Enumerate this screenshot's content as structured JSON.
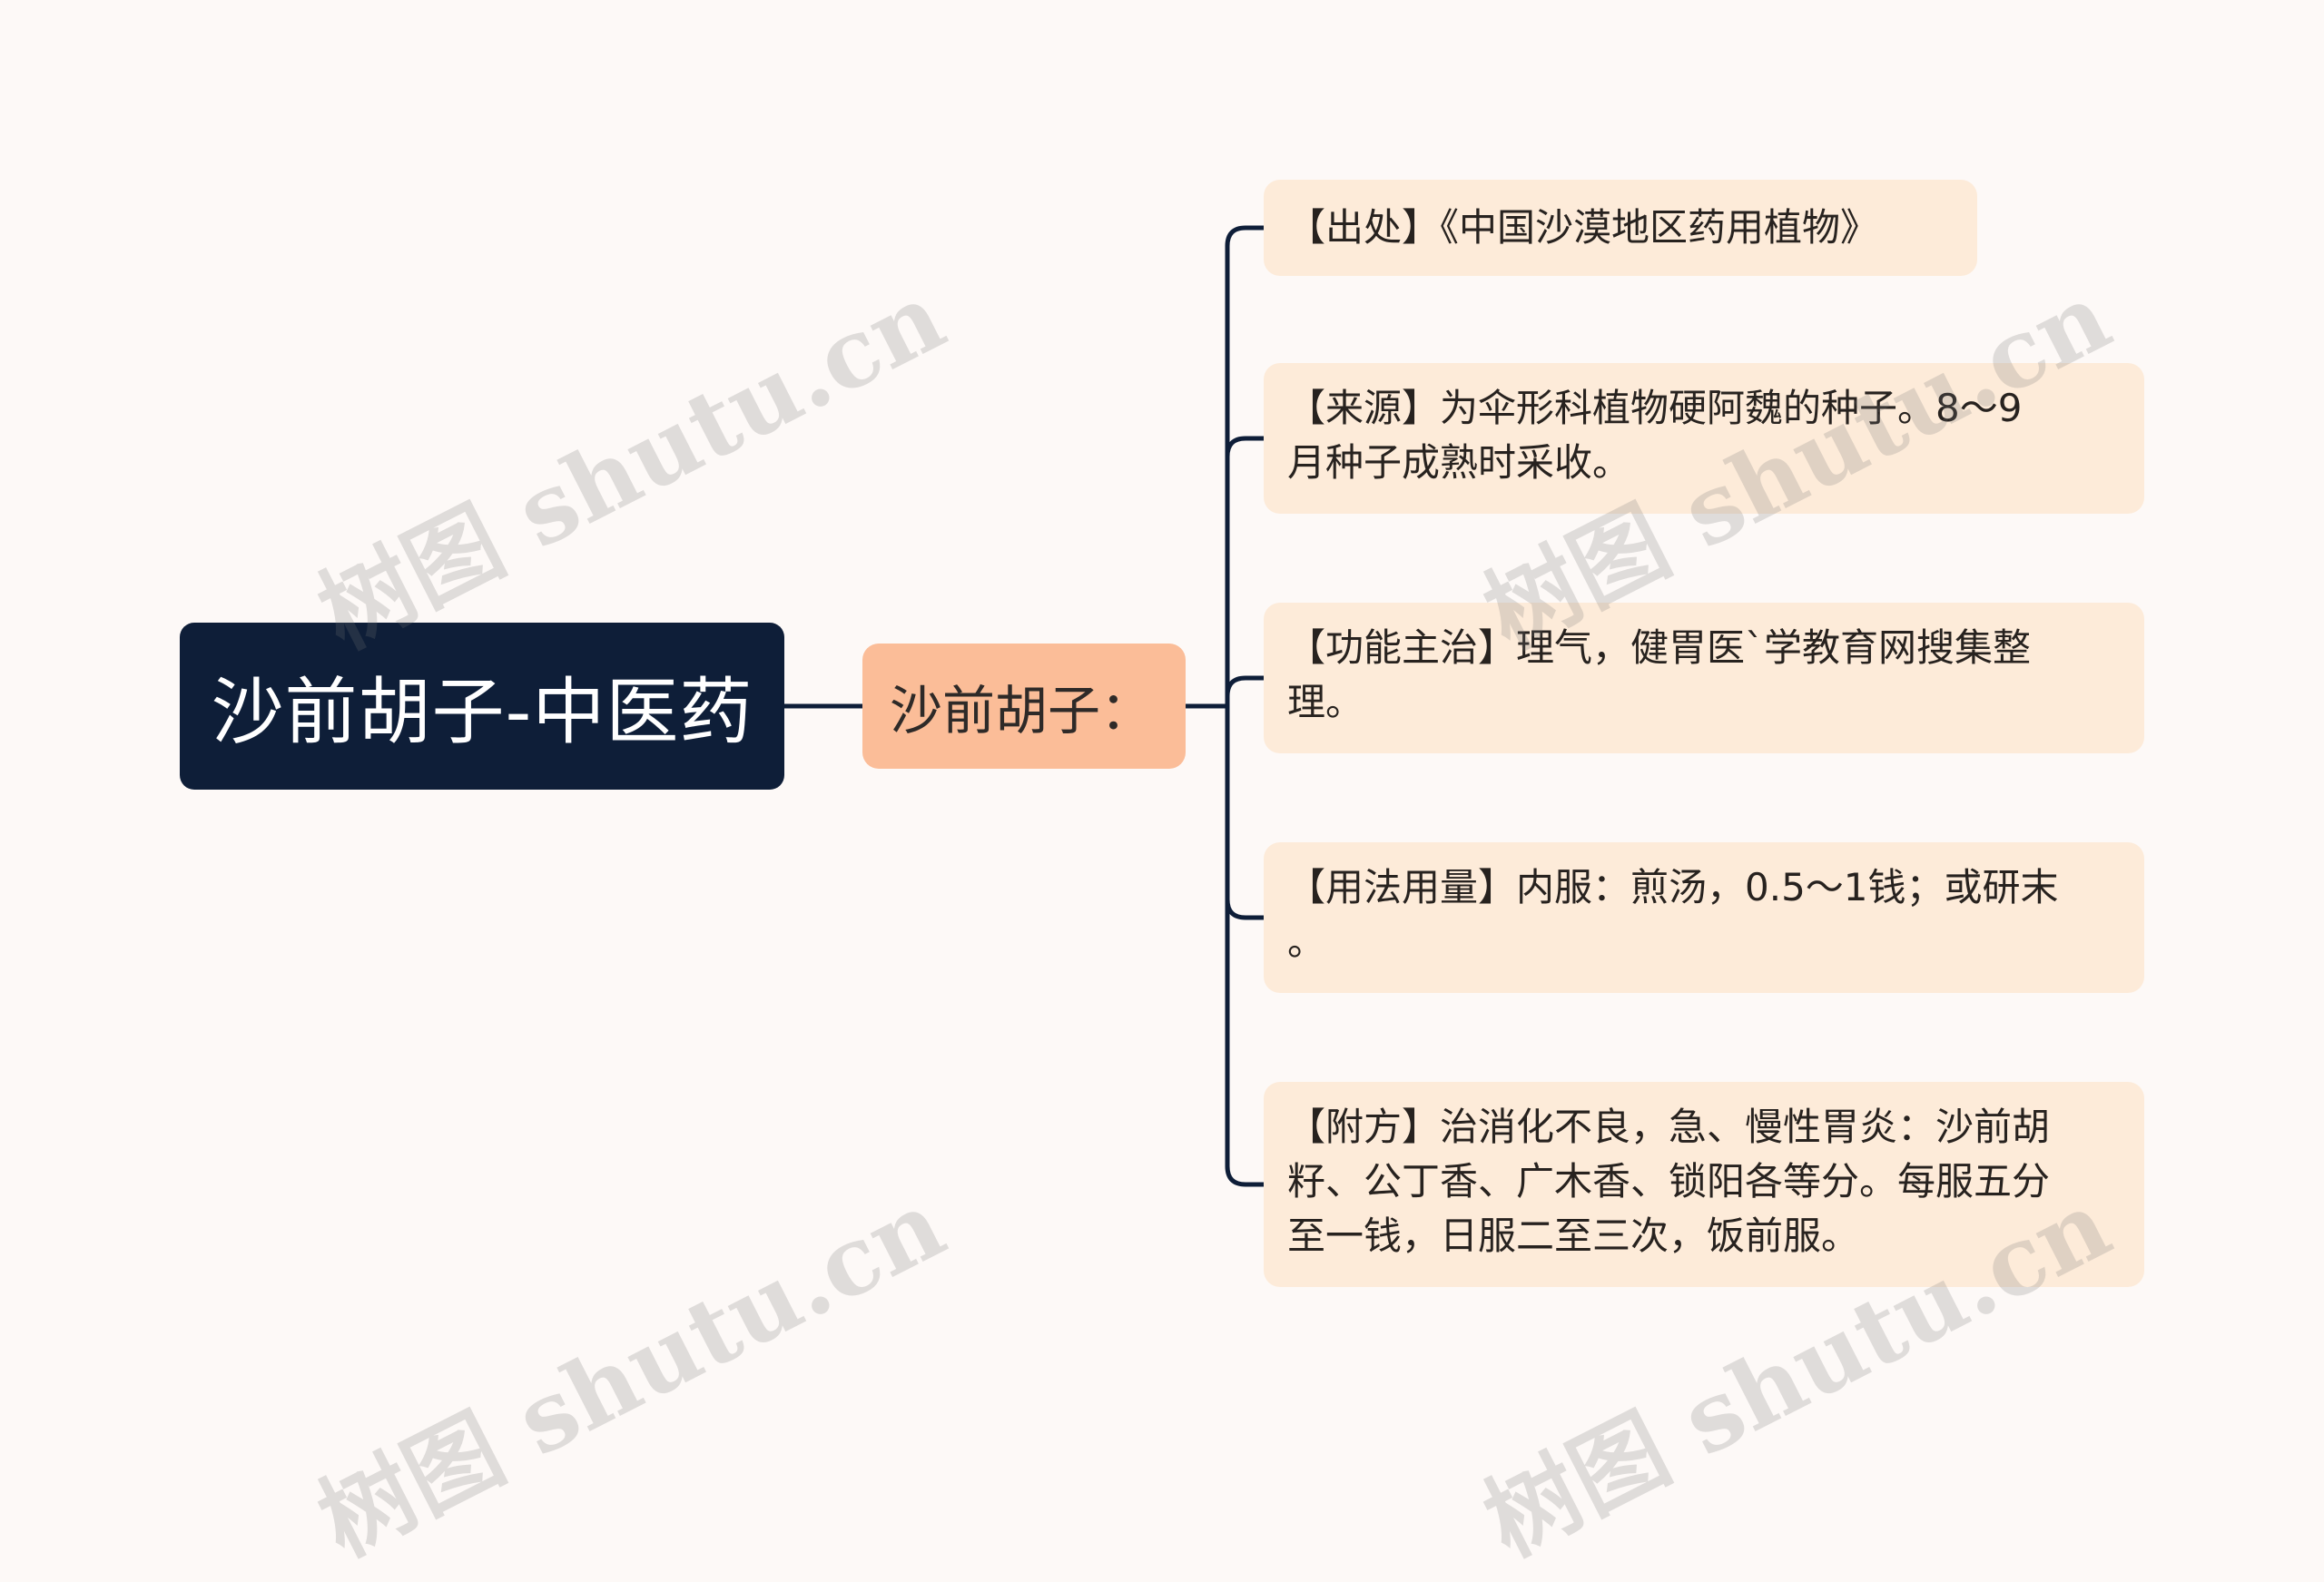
{
  "mindmap": {
    "root": {
      "label": "沙前胡子-中医药"
    },
    "subtopic": {
      "label": "沙前胡子："
    },
    "leaves": [
      {
        "text": "【出处】《中国沙漠地区药用植物》"
      },
      {
        "text": "【来源】为伞形科植物硬阿魏的种子。8～9\n月种子成熟时采收。"
      },
      {
        "text": "【功能主治】理气，健胃医`学教育网搜集整\n理。"
      },
      {
        "text": "【用法用量】内服：煎汤，0.5～1钱；或研末\n。"
      },
      {
        "text": "【附方】治消化不良，急、慢性胃炎：沙前胡\n籽、公丁香、广木香、锁阳各等分。每服五分\n至一钱，日服二至三次，饭前服。"
      }
    ]
  },
  "watermarks": [
    "树图 shutu.cn",
    "树图 shutu.cn",
    "树图 shutu.cn",
    "树图 shutu.cn"
  ],
  "colors": {
    "background": "#fdf9f7",
    "root_fill": "#0e1e38",
    "subtopic_fill": "#fbbd98",
    "leaf_fill": "#fdebd9",
    "connector": "#0e1e38"
  }
}
